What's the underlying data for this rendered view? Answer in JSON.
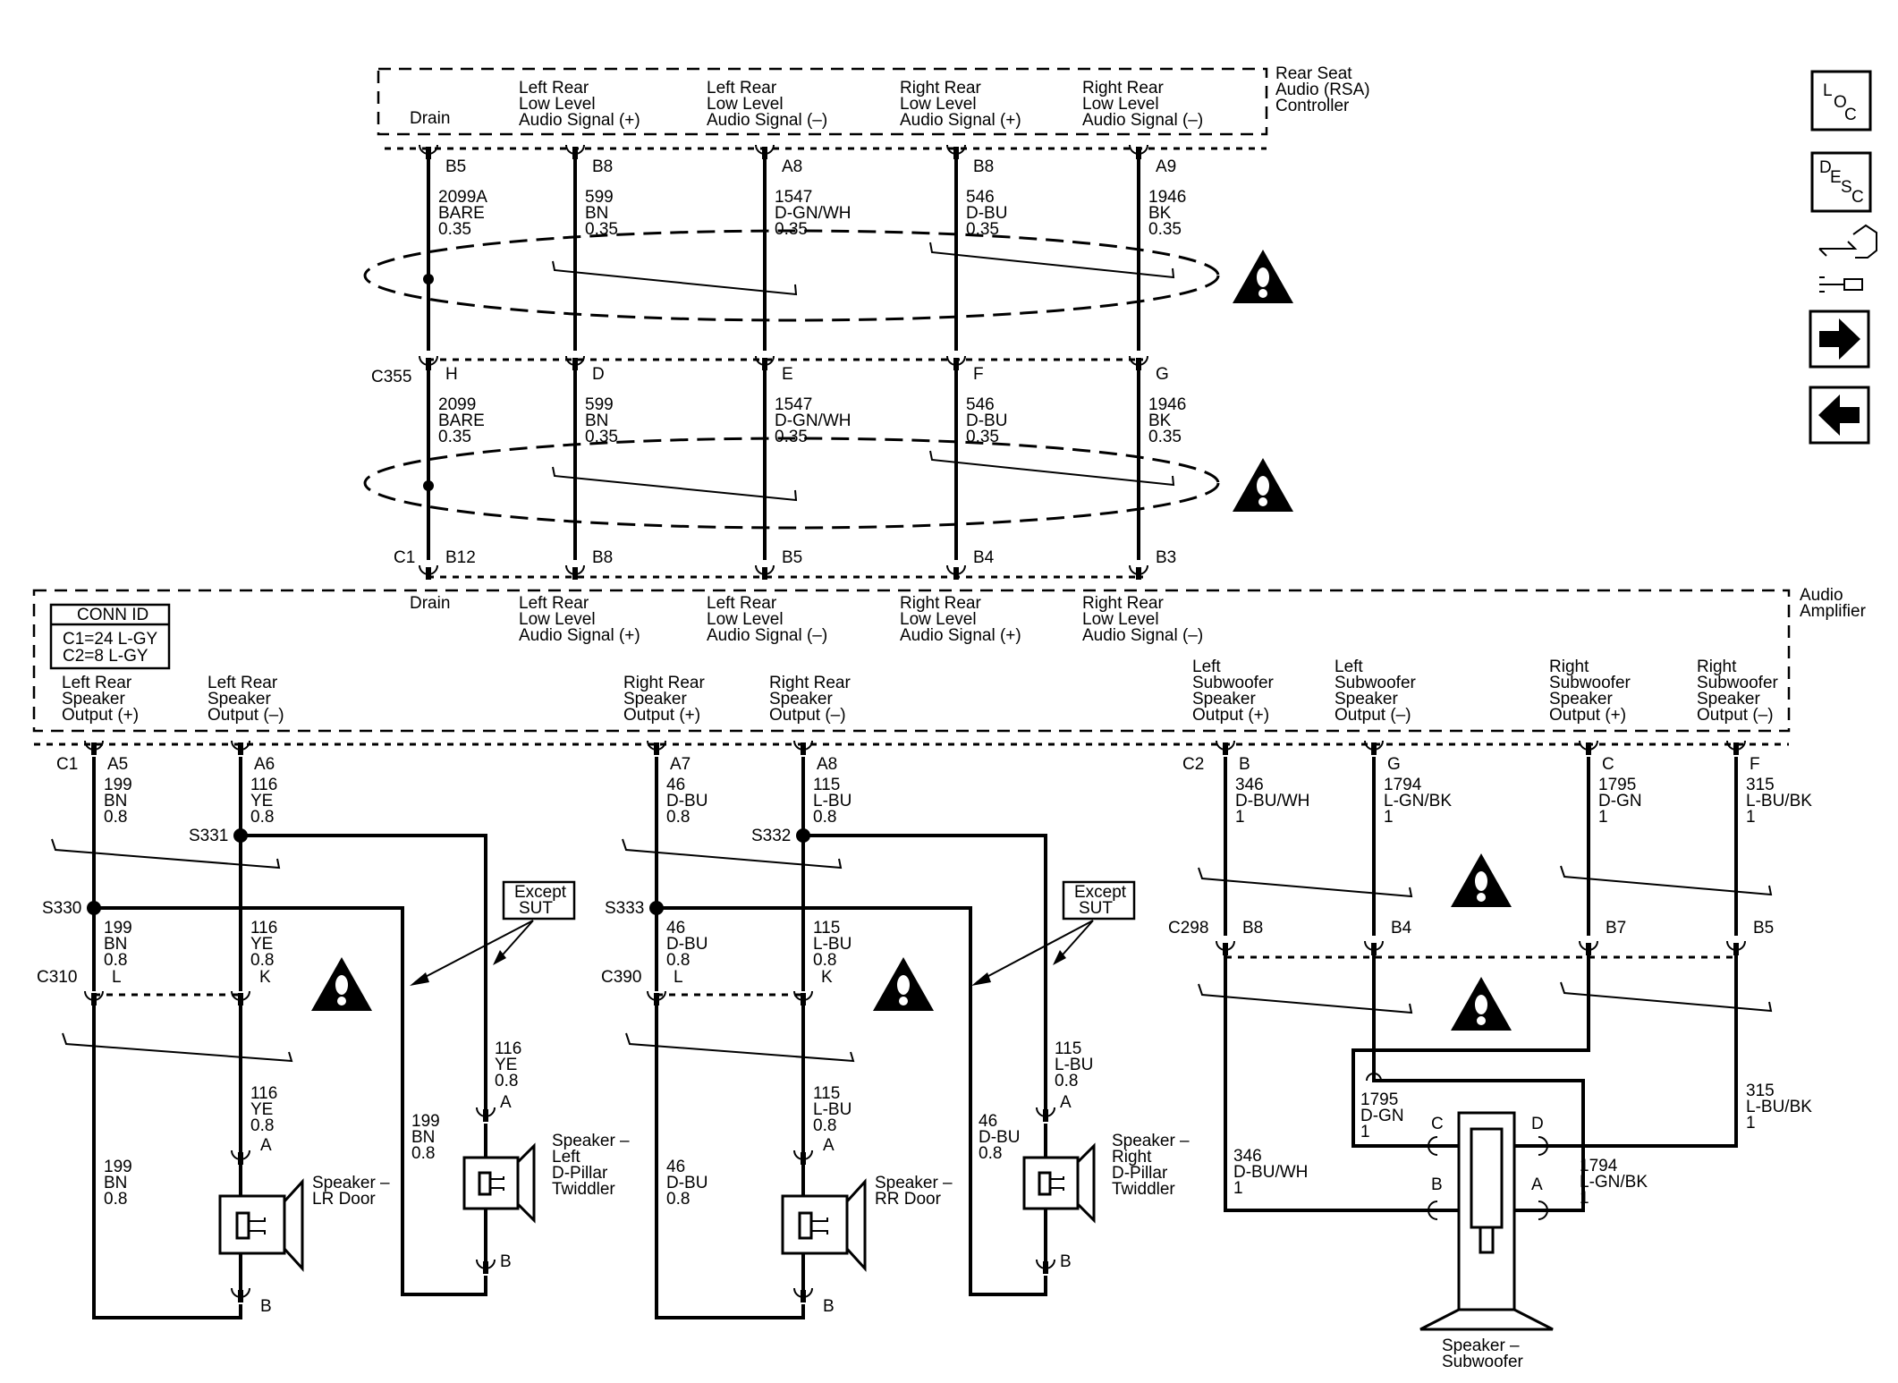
{
  "rsa": {
    "name": [
      "Rear Seat",
      "Audio (RSA)",
      "Controller"
    ],
    "pin_labels": [
      [
        "Drain"
      ],
      [
        "Left Rear",
        "Low Level",
        "Audio Signal (+)"
      ],
      [
        "Left Rear",
        "Low Level",
        "Audio Signal (–)"
      ],
      [
        "Right Rear",
        "Low Level",
        "Audio Signal (+)"
      ],
      [
        "Right Rear",
        "Low Level",
        "Audio Signal (–)"
      ]
    ],
    "pins": [
      "B5",
      "B8",
      "A8",
      "B8",
      "A9"
    ]
  },
  "wires_upper": [
    [
      "2099A",
      "BARE",
      "0.35"
    ],
    [
      "599",
      "BN",
      "0.35"
    ],
    [
      "1547",
      "D-GN/WH",
      "0.35"
    ],
    [
      "546",
      "D-BU",
      "0.35"
    ],
    [
      "1946",
      "BK",
      "0.35"
    ]
  ],
  "c355": {
    "name": "C355",
    "pins": [
      "H",
      "D",
      "E",
      "F",
      "G"
    ]
  },
  "wires_middle": [
    [
      "2099",
      "BARE",
      "0.35"
    ],
    [
      "599",
      "BN",
      "0.35"
    ],
    [
      "1547",
      "D-GN/WH",
      "0.35"
    ],
    [
      "546",
      "D-BU",
      "0.35"
    ],
    [
      "1946",
      "BK",
      "0.35"
    ]
  ],
  "amp_c1": {
    "name": "C1",
    "pins": [
      "B12",
      "B8",
      "B5",
      "B4",
      "B3"
    ]
  },
  "amplifier": {
    "name": [
      "Audio",
      "Amplifier"
    ],
    "input_labels": [
      [
        "Drain"
      ],
      [
        "Left Rear",
        "Low Level",
        "Audio Signal (+)"
      ],
      [
        "Left Rear",
        "Low Level",
        "Audio Signal (–)"
      ],
      [
        "Right Rear",
        "Low Level",
        "Audio Signal (+)"
      ],
      [
        "Right Rear",
        "Low Level",
        "Audio Signal (–)"
      ]
    ],
    "output_labels": [
      [
        "Left Rear",
        "Speaker",
        "Output (+)"
      ],
      [
        "Left Rear",
        "Speaker",
        "Output (–)"
      ],
      [
        "Right Rear",
        "Speaker",
        "Output (+)"
      ],
      [
        "Right Rear",
        "Speaker",
        "Output (–)"
      ],
      [
        "Left",
        "Subwoofer",
        "Speaker",
        "Output (+)"
      ],
      [
        "Left",
        "Subwoofer",
        "Speaker",
        "Output (–)"
      ],
      [
        "Right",
        "Subwoofer",
        "Speaker",
        "Output (+)"
      ],
      [
        "Right",
        "Subwoofer",
        "Speaker",
        "Output (–)"
      ]
    ],
    "c1_name": "C1",
    "c2_name": "C2",
    "c1_pins": [
      "A5",
      "A6",
      "A7",
      "A8"
    ],
    "c2_pins": [
      "B",
      "G",
      "C",
      "F"
    ]
  },
  "conn_id": {
    "header": "CONN ID",
    "lines": [
      "C1=24 L-GY",
      "C2=8 L-GY"
    ]
  },
  "left_group": {
    "w_top_a": [
      "199",
      "BN",
      "0.8"
    ],
    "w_top_b": [
      "116",
      "YE",
      "0.8"
    ],
    "splice_a": "S330",
    "splice_b": "S331",
    "w_mid_a": [
      "199",
      "BN",
      "0.8"
    ],
    "w_mid_b": [
      "116",
      "YE",
      "0.8"
    ],
    "conn": "C310",
    "conn_pins": [
      "L",
      "K"
    ],
    "w_low_b": [
      "116",
      "YE",
      "0.8"
    ],
    "w_low_a": [
      "199",
      "BN",
      "0.8"
    ],
    "w_side": [
      "199",
      "BN",
      "0.8"
    ],
    "w_tw": [
      "116",
      "YE",
      "0.8"
    ],
    "spk_door": [
      "Speaker –",
      "LR Door"
    ],
    "spk_tw": [
      "Speaker –",
      "Left",
      "D-Pillar",
      "Twiddler"
    ],
    "pin_a": "A",
    "pin_b": "B",
    "except": [
      "Except",
      "SUT"
    ]
  },
  "right_group": {
    "w_top_a": [
      "46",
      "D-BU",
      "0.8"
    ],
    "w_top_b": [
      "115",
      "L-BU",
      "0.8"
    ],
    "splice_a": "S333",
    "splice_b": "S332",
    "w_mid_a": [
      "46",
      "D-BU",
      "0.8"
    ],
    "w_mid_b": [
      "115",
      "L-BU",
      "0.8"
    ],
    "conn": "C390",
    "conn_pins": [
      "L",
      "K"
    ],
    "w_low_b": [
      "115",
      "L-BU",
      "0.8"
    ],
    "w_low_a": [
      "46",
      "D-BU",
      "0.8"
    ],
    "w_side": [
      "46",
      "D-BU",
      "0.8"
    ],
    "w_tw": [
      "115",
      "L-BU",
      "0.8"
    ],
    "spk_door": [
      "Speaker –",
      "RR Door"
    ],
    "spk_tw": [
      "Speaker –",
      "Right",
      "D-Pillar",
      "Twiddler"
    ],
    "pin_a": "A",
    "pin_b": "B",
    "except": [
      "Except",
      "SUT"
    ]
  },
  "sub_group": {
    "wires_top": [
      [
        "346",
        "D-BU/WH",
        "1"
      ],
      [
        "1794",
        "L-GN/BK",
        "1"
      ],
      [
        "1795",
        "D-GN",
        "1"
      ],
      [
        "315",
        "L-BU/BK",
        "1"
      ]
    ],
    "conn": "C298",
    "conn_pins": [
      "B8",
      "B4",
      "B7",
      "B5"
    ],
    "w_1795": [
      "1795",
      "D-GN",
      "1"
    ],
    "w_346": [
      "346",
      "D-BU/WH",
      "1"
    ],
    "w_1794": [
      "1794",
      "L-GN/BK",
      "1"
    ],
    "w_315": [
      "315",
      "L-BU/BK",
      "1"
    ],
    "spk_pins": [
      "C",
      "D",
      "B",
      "A"
    ],
    "spk_label": [
      "Speaker –",
      "Subwoofer"
    ]
  },
  "nav": {
    "loc": [
      "L",
      "O",
      "C"
    ],
    "desc": [
      "D",
      "E",
      "S",
      "C"
    ]
  }
}
